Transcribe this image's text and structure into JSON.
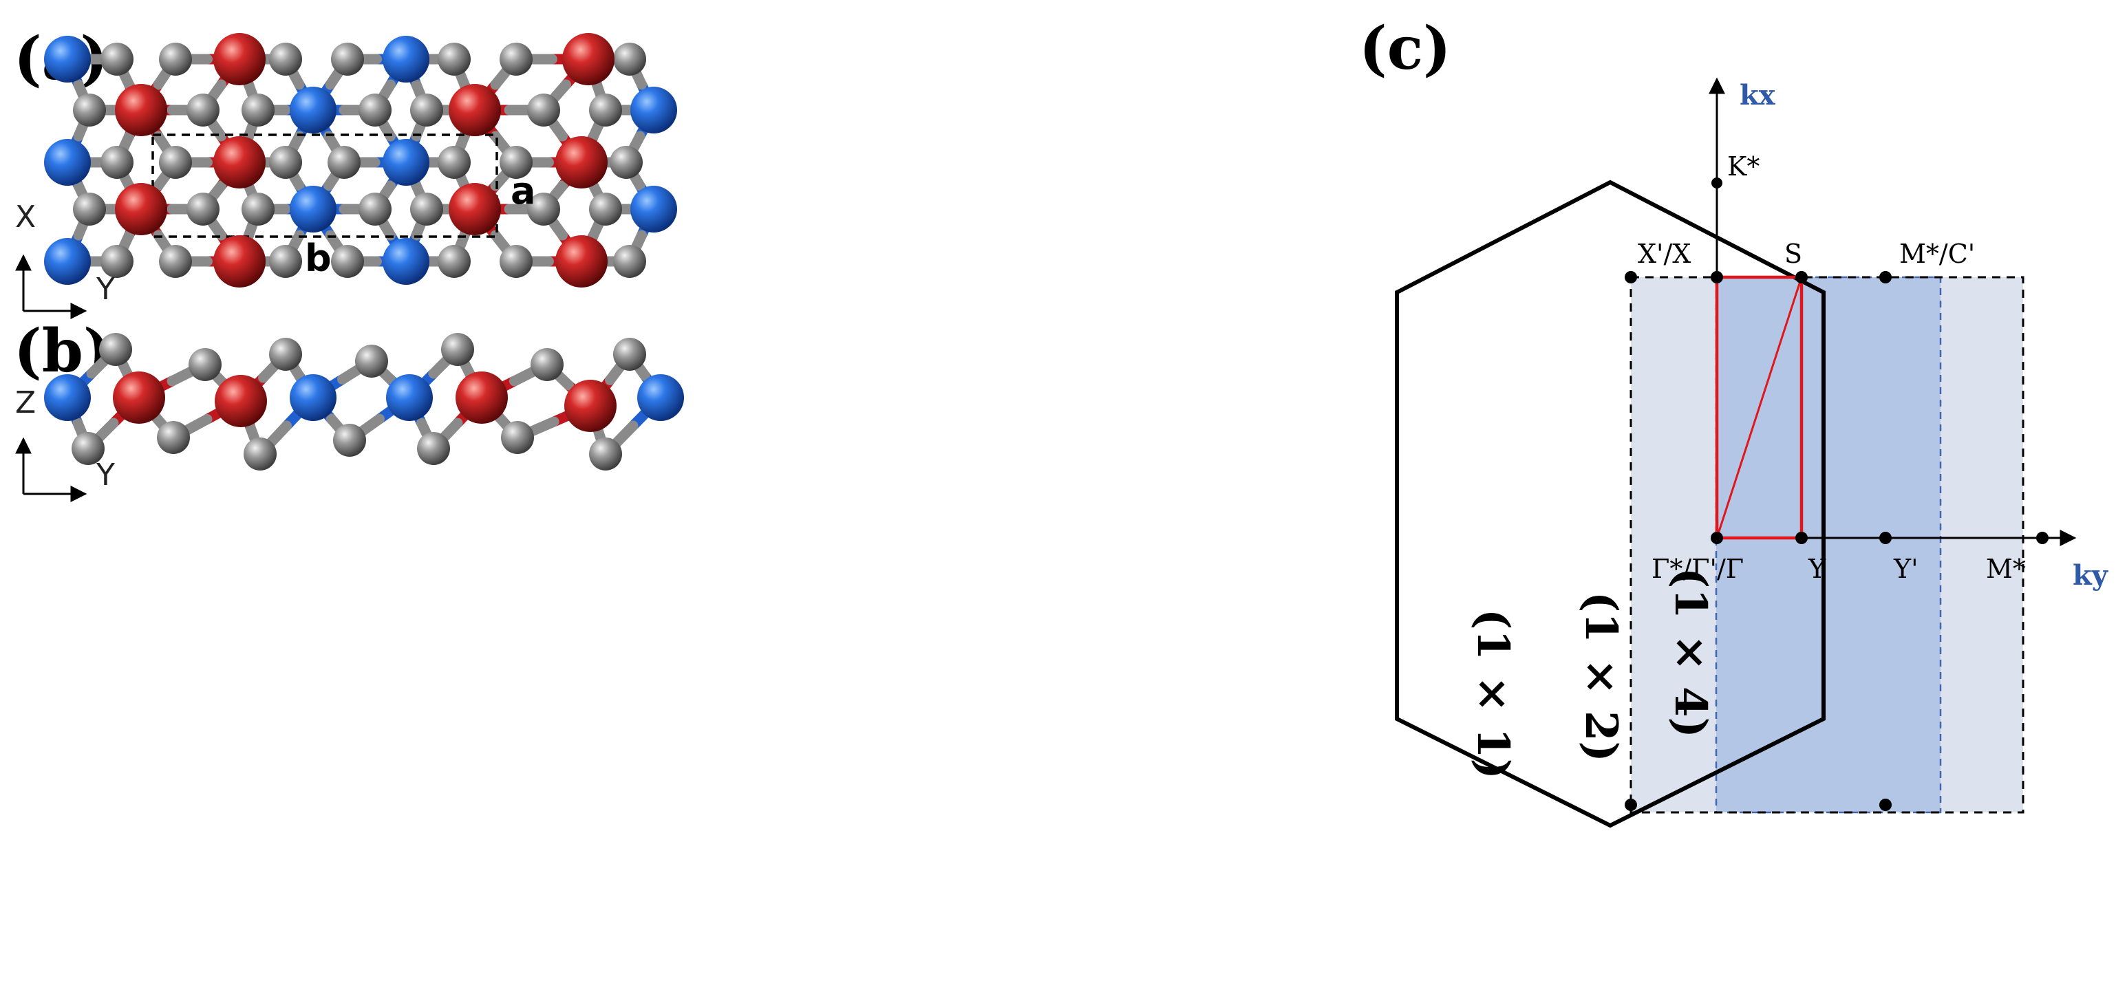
{
  "panels": {
    "a": {
      "label": "(a)",
      "lattice_a": "a",
      "lattice_b": "b",
      "axis_vertical": "X",
      "axis_horizontal": "Y"
    },
    "b": {
      "label": "(b)",
      "axis_vertical": "Z",
      "axis_horizontal": "Y"
    },
    "c": {
      "label": "(c)",
      "k_vertical": "kx",
      "k_horizontal": "ky",
      "points": {
        "kstar": "K*",
        "xprime_x": "X'/X",
        "s": "S",
        "mstar_cprime": "M*/C'",
        "gamma": "Γ*/Γ'/Γ",
        "y": "Y",
        "yprime": "Y'",
        "mstar": "M*"
      },
      "supercells": [
        "(1 × 1)",
        "(1 × 2)",
        "(1 × 4)"
      ]
    }
  },
  "colors": {
    "blue_atom": "#1f5fd0",
    "red_atom": "#c0171f",
    "grey_atom": "#8a8a8a",
    "cell_1x2": "#dde3ee",
    "cell_1x4": "#b3c6e6",
    "path": "#e0161c"
  }
}
